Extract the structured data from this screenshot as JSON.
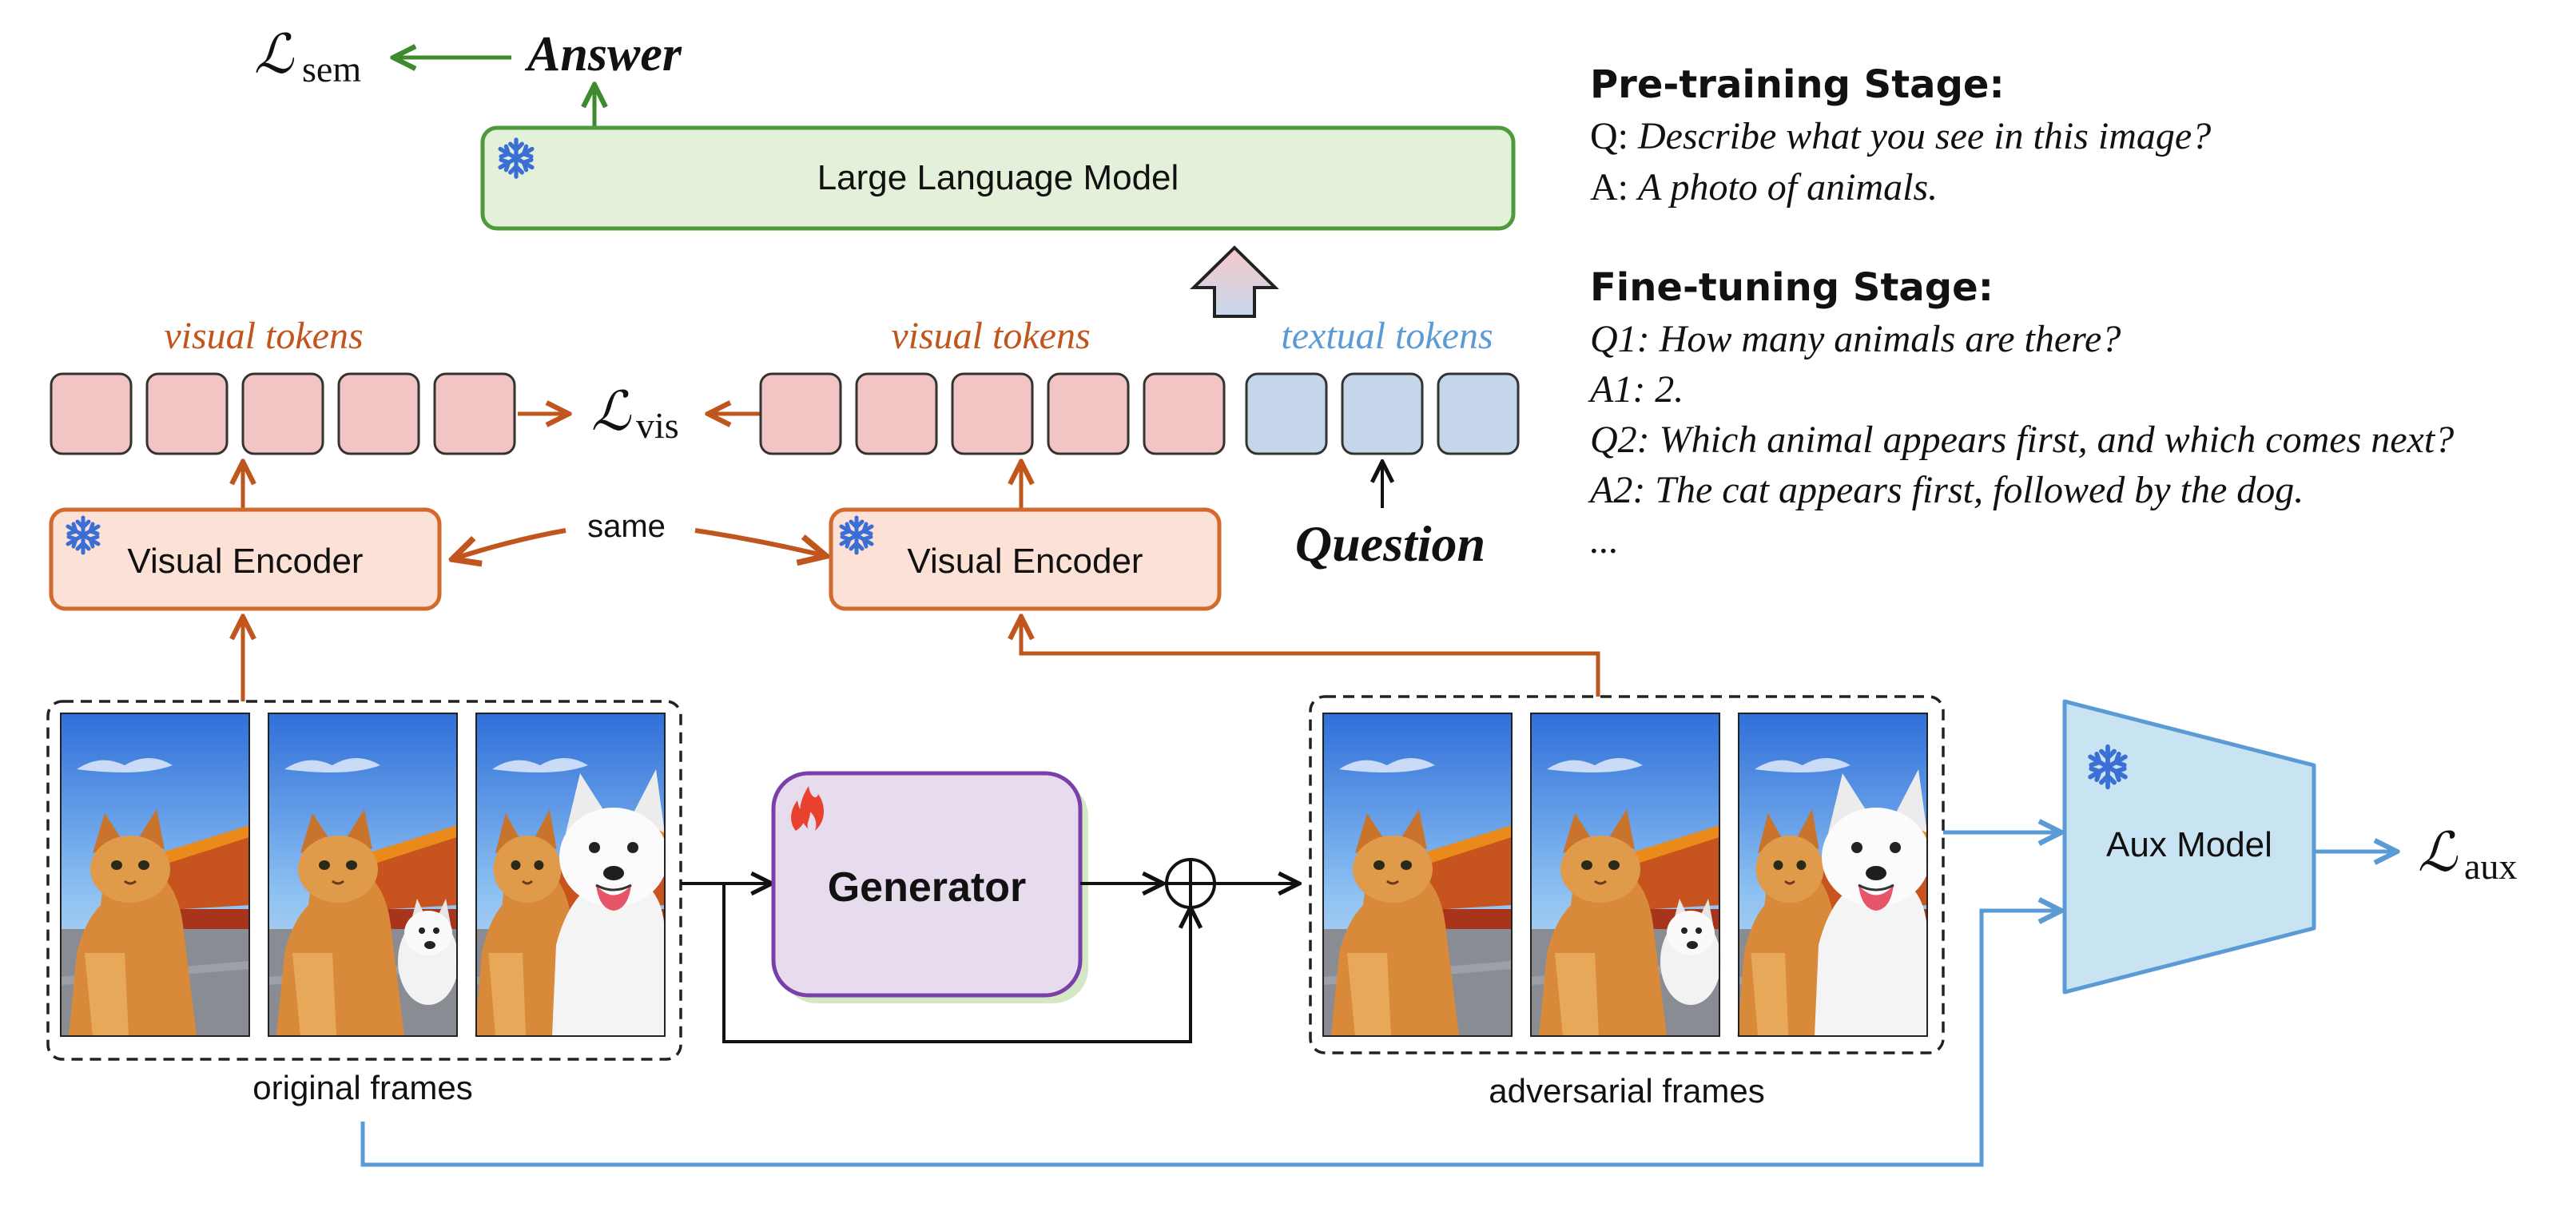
{
  "loss_labels": {
    "sem": {
      "main": "ℒ",
      "sub": "sem"
    },
    "vis": {
      "main": "ℒ",
      "sub": "vis"
    },
    "aux": {
      "main": "ℒ",
      "sub": "aux"
    }
  },
  "answer_label": "Answer",
  "question_label": "Question",
  "llm_label": "Large Language Model",
  "token_group_labels": {
    "visual_left": "visual tokens",
    "visual_right": "visual tokens",
    "textual": "textual tokens"
  },
  "encoder_labels": {
    "left": "Visual Encoder",
    "right": "Visual Encoder"
  },
  "same_label": "same",
  "generator_label": "Generator",
  "aux_model_label": "Aux Model",
  "frame_labels": {
    "original": "original frames",
    "adversarial": "adversarial frames"
  },
  "stages": {
    "pretraining": {
      "title": "Pre-training Stage:",
      "lines": [
        {
          "prefix": "Q: ",
          "text": "Describe what you see in this image?"
        },
        {
          "prefix": "A: ",
          "text": "A photo of animals."
        }
      ]
    },
    "finetuning": {
      "title": "Fine-tuning Stage:",
      "lines": [
        "Q1: How many animals are there?",
        "A1: 2.",
        "Q2: Which animal appears first, and which comes next?",
        "A2: The cat appears first, followed by the dog.",
        "..."
      ]
    }
  },
  "colors": {
    "orange": "#c0561d",
    "green": "#3e8a2e",
    "blue": "#5b9bd5",
    "purple": "#7a3fa8",
    "snowflake": "#3b6fd6",
    "flame": "#e8422f"
  },
  "icons": {
    "frozen": "snowflake-icon",
    "trainable": "flame-icon"
  }
}
